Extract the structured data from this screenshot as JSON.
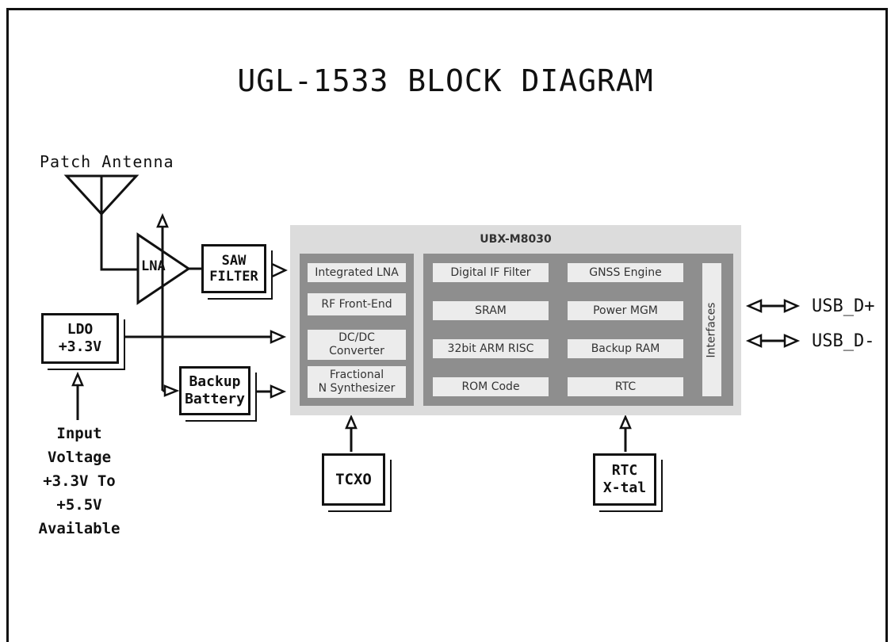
{
  "title": "UGL-1533  BLOCK DIAGRAM",
  "antenna": {
    "label": "Patch Antenna"
  },
  "lna": {
    "label": "LNA"
  },
  "saw_filter": {
    "label": "SAW\nFILTER"
  },
  "ldo": {
    "label": "LDO\n+3.3V"
  },
  "backup_battery": {
    "label": "Backup\nBattery"
  },
  "input_voltage": {
    "label": "Input\nVoltage\n+3.3V To\n+5.5V\nAvailable"
  },
  "tcxo": {
    "label": "TCXO"
  },
  "rtc_xtal": {
    "label": "RTC\nX-tal"
  },
  "soc": {
    "title": "UBX-M8030",
    "left_blocks": [
      "Integrated LNA",
      "RF Front-End",
      "DC/DC\nConverter",
      "Fractional\nN Synthesizer"
    ],
    "mid_blocks": [
      "Digital IF Filter",
      "SRAM",
      "32bit ARM RISC",
      "ROM Code"
    ],
    "right_blocks": [
      "GNSS Engine",
      "Power MGM",
      "Backup RAM",
      "RTC"
    ],
    "interfaces": "Interfaces"
  },
  "outputs": [
    "USB_D+",
    "USB_D-"
  ],
  "colors": {
    "soc_bg": "#dcdcdc",
    "panel": "#8e8e8e",
    "block": "#ececec",
    "line": "#111111"
  }
}
